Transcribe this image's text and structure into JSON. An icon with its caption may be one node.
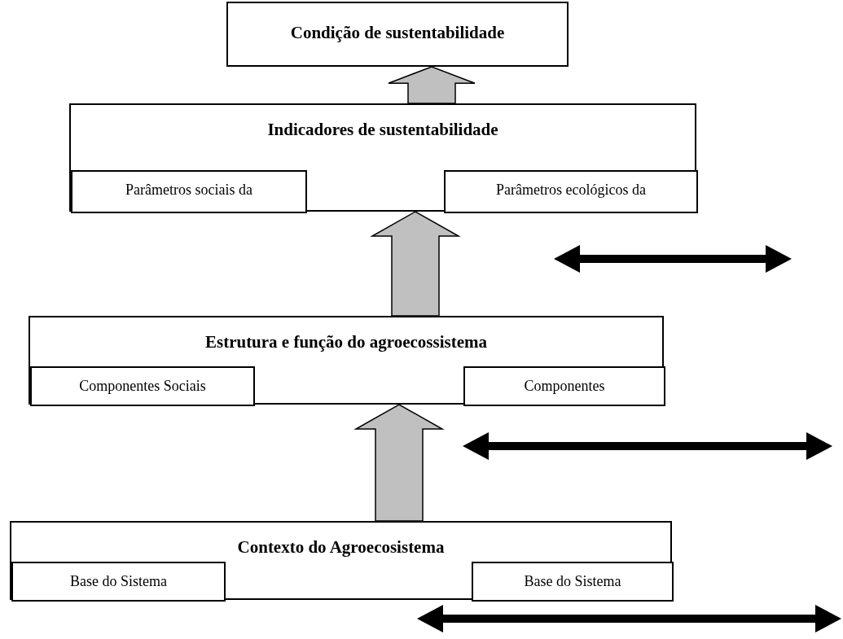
{
  "diagram": {
    "nodes": [
      {
        "text": [
          "Condição de sustentabilidade"
        ]
      },
      {
        "text": [
          "Indicadores de sustentabilidade"
        ]
      },
      {
        "text": [
          "Parâmetros sociais da"
        ],
        "in": 1
      },
      {
        "text": [
          "Parâmetros ecológicos da"
        ],
        "in": 1
      },
      {
        "text": [
          "Estrutura e função do agroecossistema"
        ]
      },
      {
        "text": [
          "Componentes Sociais"
        ],
        "in": 4
      },
      {
        "text": [
          "Componentes"
        ],
        "in": 4
      },
      {
        "text": [
          "Contexto do Agroecosistema"
        ]
      },
      {
        "text": [
          "Base do Sistema"
        ],
        "in": 7
      },
      {
        "text": [
          "Base do Sistema"
        ],
        "in": 7
      }
    ],
    "edges": [
      {
        "from": 7,
        "to": 4,
        "arrow": "to",
        "style": "thick",
        "color": "#c0c0c0"
      },
      {
        "from": 4,
        "to": 1,
        "arrow": "to",
        "style": "thick",
        "color": "#c0c0c0"
      },
      {
        "from": 1,
        "to": 0,
        "arrow": "to",
        "style": "thick",
        "color": "#c0c0c0"
      }
    ]
  }
}
